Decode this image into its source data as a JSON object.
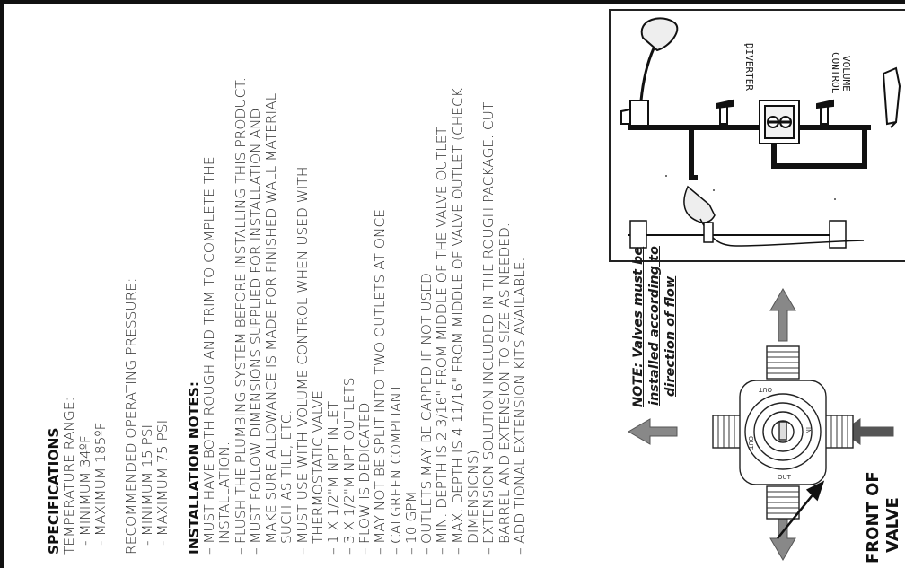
{
  "specifications": {
    "title": "SPECIFICATIONS",
    "temperature_label": "TEMPERATURE RANGE:",
    "temp_min": "- MINIMUM 34ºF",
    "temp_max": "- MAXIMUM 185ºF",
    "pressure_label": "RECOMMENDED OPERATING PRESSURE:",
    "pressure_min": "- MINIMUM 15 PSI",
    "pressure_max": "- MAXIMUM 75 PSI"
  },
  "installation": {
    "title": "INSTALLATION NOTES:",
    "notes": [
      {
        "text": "MUST HAVE BOTH ROUGH AND TRIM TO COMPLETE THE",
        "cont": false
      },
      {
        "text": "INSTALLATION.",
        "cont": true
      },
      {
        "text": "FLUSH THE PLUMBING SYSTEM BEFORE INSTALLING THIS PRODUCT.",
        "cont": false
      },
      {
        "text": "MUST FOLLOW DIMENSIONS SUPPLIED FOR INSTALLATION AND",
        "cont": false
      },
      {
        "text": "MAKE SURE ALLOWANCE IS MADE FOR FINISHED WALL MATERIAL",
        "cont": true
      },
      {
        "text": "SUCH AS TILE, ETC.",
        "cont": true
      },
      {
        "text": "MUST USE WITH VOLUME CONTROL WHEN USED WITH",
        "cont": false
      },
      {
        "text": "THERMOSTATIC VALVE",
        "cont": true
      },
      {
        "text": "1 X 1/2\"M NPT INLET",
        "cont": false
      },
      {
        "text": "3 X 1/2\"M NPT OUTLETS",
        "cont": false
      },
      {
        "text": "FLOW IS DEDICATED",
        "cont": false
      },
      {
        "text": "MAY NOT BE SPLIT INTO TWO OUTLETS AT ONCE",
        "cont": false
      },
      {
        "text": "CALGREEN COMPLIANT",
        "cont": false
      },
      {
        "text": "10 GPM",
        "cont": false
      },
      {
        "text": "OUTLETS MAY BE CAPPED IF NOT USED",
        "cont": false
      },
      {
        "text": "MIN. DEPTH IS 2 3/16\" FROM MIDDLE OF THE VALVE OUTLET",
        "cont": false
      },
      {
        "text": "MAX. DEPTH IS 4 11/16\" FROM MIDDLE OF VALVE OUTLET (CHECK",
        "cont": false
      },
      {
        "text": "DIMENSIONS)",
        "cont": true
      },
      {
        "text": "EXTENSION SOLUTION INCLUDED IN THE ROUGH PACKAGE. CUT",
        "cont": false
      },
      {
        "text": "BARREL AND EXTENSION TO SIZE AS NEEDED.",
        "cont": true
      },
      {
        "text": "ADDITIONAL EXTENSION KITS AVAILABLE.",
        "cont": false
      }
    ]
  },
  "diagram": {
    "diverter_label": "DIVERTER",
    "volume_label_1": "VOLUME",
    "volume_label_2": "CONTROL"
  },
  "valve": {
    "note_line1": "NOTE: Valves must be",
    "note_line2": "installed according to",
    "note_line3": "direction of flow",
    "front_line1": "FRONT OF",
    "front_line2": "VALVE",
    "port_out_top": "OUT",
    "port_out_left": "OUT",
    "port_out_bottom": "OUT",
    "port_in": "IN"
  }
}
